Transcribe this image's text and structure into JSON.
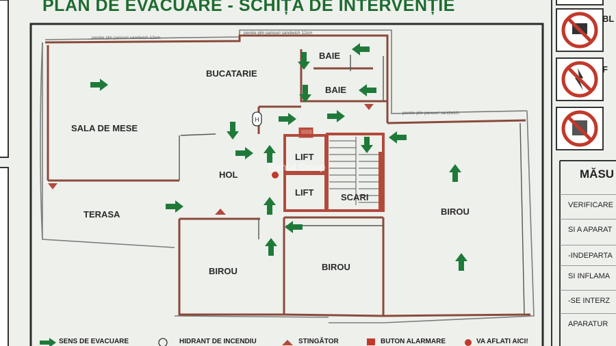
{
  "title": "PLAN DE EVACUARE - SCHIȚA DE INTERVENȚIE",
  "rooms": {
    "bucatarie": "BUCATARIE",
    "baie1": "BAIE",
    "baie2": "BAIE",
    "sala_de_mese": "SALA DE MESE",
    "hol": "HOL",
    "lift1": "LIFT",
    "lift2": "LIFT",
    "scari": "SCARI",
    "terasa": "TERASA",
    "birou_left": "BIROU",
    "birou_center": "BIROU",
    "birou_right": "BIROU"
  },
  "notes": {
    "wall_top_left": "perete plin panouri sandwich 12cm",
    "wall_top_mid": "perete plin panouri sandwich 12cm",
    "wall_right": "perete plin panouri sandwich"
  },
  "legend": {
    "evac": "SENS DE EVACUARE",
    "hydrant": "HIDRANT DE INCENDIU",
    "extinguisher": "STINGĂTOR",
    "alarm": "BUTON ALARMARE",
    "here": "VA AFLATI AICI!"
  },
  "side_panel": {
    "sign1_text": "BL",
    "sign2_text": "F",
    "heading": "MĂSU",
    "rows": [
      "VERIFICARE",
      "SI A APARAT",
      "-INDEPARTA",
      "SI INFLAMA",
      "-SE INTERZ",
      "APARATUR"
    ]
  },
  "watermark": "Genial Group",
  "colors": {
    "arrow_green": "#1f7a3a",
    "wall_brown": "#8a4a3a",
    "stair_red": "#b24a3c",
    "title_green": "#1d6b2f",
    "marker_red": "#c0392b"
  }
}
